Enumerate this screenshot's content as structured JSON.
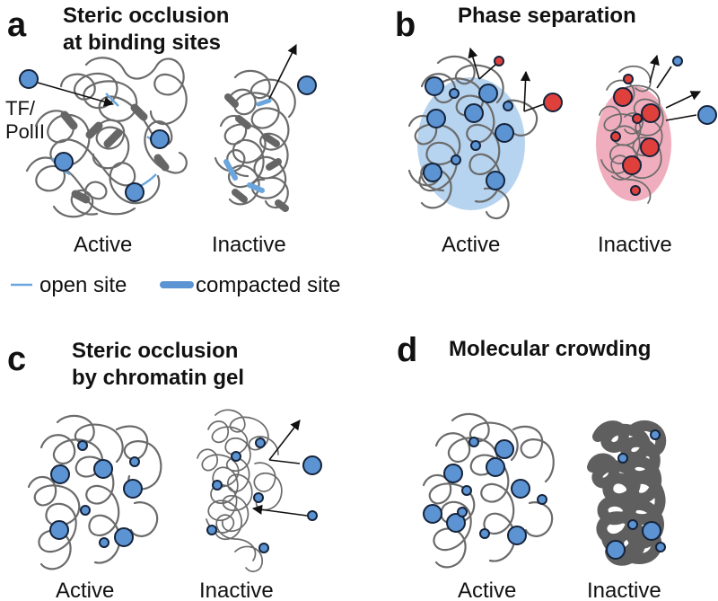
{
  "panels": {
    "a": {
      "letter": "a",
      "title_line1": "Steric occlusion",
      "title_line2": "at binding sites",
      "left_label": "Active",
      "right_label": "Inactive",
      "agent_label_line1": "TF/",
      "agent_label_line2": "PolII"
    },
    "b": {
      "letter": "b",
      "title_line1": "Phase separation",
      "left_label": "Active",
      "right_label": "Inactive"
    },
    "c": {
      "letter": "c",
      "title_line1": "Steric occlusion",
      "title_line2": "by chromatin gel",
      "left_label": "Active",
      "right_label": "Inactive"
    },
    "d": {
      "letter": "d",
      "title_line1": "Molecular crowding",
      "left_label": "Active",
      "right_label": "Inactive"
    }
  },
  "legend": {
    "open_site": "open site",
    "compacted_site": "compacted site"
  },
  "colors": {
    "chromatin": "#6b6b6b",
    "protein_blue": "#5b93d3",
    "protein_red": "#e0403c",
    "condensate_blue": "#a9cbec",
    "condensate_red": "#ec9fb2",
    "open_site": "#6aa6dd"
  }
}
